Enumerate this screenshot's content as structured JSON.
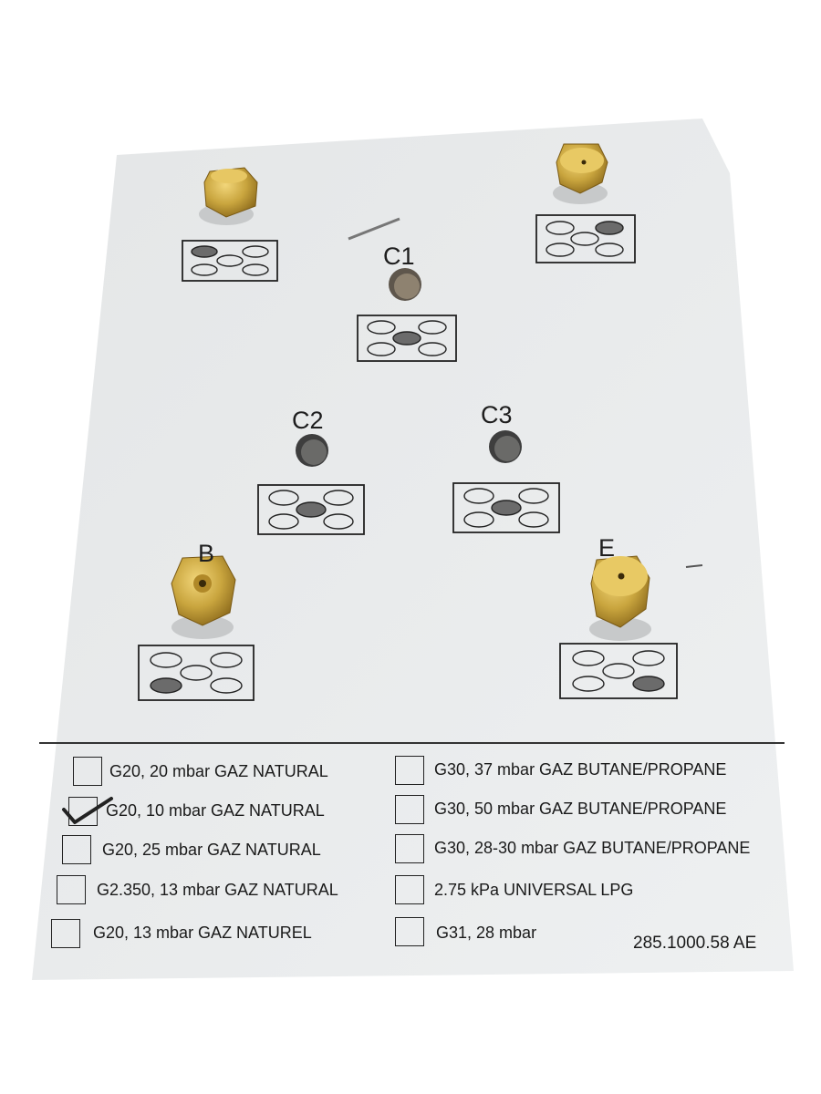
{
  "colors": {
    "card": "#e9ebec",
    "ink": "#1e1e1e",
    "brass": "#c9a53e",
    "hole": "#6a5e50",
    "burner_fill": "#6b6b6b"
  },
  "injectors": [
    {
      "label": "",
      "burner": "top-left"
    },
    {
      "label": "",
      "burner": "top-right"
    },
    {
      "label": "C1",
      "burner": "center"
    },
    {
      "label": "C2",
      "burner": "center"
    },
    {
      "label": "C3",
      "burner": "center"
    },
    {
      "label": "B",
      "burner": "bottom-left"
    },
    {
      "label": "E",
      "burner": "bottom-right"
    }
  ],
  "options_left": [
    {
      "label": "G20, 20 mbar GAZ NATURAL",
      "checked": false
    },
    {
      "label": "G20, 10 mbar GAZ NATURAL",
      "checked": true
    },
    {
      "label": "G20, 25 mbar GAZ NATURAL",
      "checked": false
    },
    {
      "label": "G2.350, 13 mbar GAZ NATURAL",
      "checked": false
    },
    {
      "label": "G20, 13 mbar GAZ NATUREL",
      "checked": false
    }
  ],
  "options_right": [
    {
      "label": "G30, 37 mbar GAZ BUTANE/PROPANE",
      "checked": false
    },
    {
      "label": "G30, 50 mbar GAZ BUTANE/PROPANE",
      "checked": false
    },
    {
      "label": "G30, 28-30 mbar GAZ BUTANE/PROPANE",
      "checked": false
    },
    {
      "label": "2.75 kPa UNIVERSAL LPG",
      "checked": false
    },
    {
      "label": "G31, 28 mbar",
      "checked": false
    }
  ],
  "part_number": "285.1000.58 AE",
  "icons": {
    "injector": "brass-injector-icon",
    "hob": "hob-burner-diagram-icon",
    "check": "checkmark-icon"
  }
}
